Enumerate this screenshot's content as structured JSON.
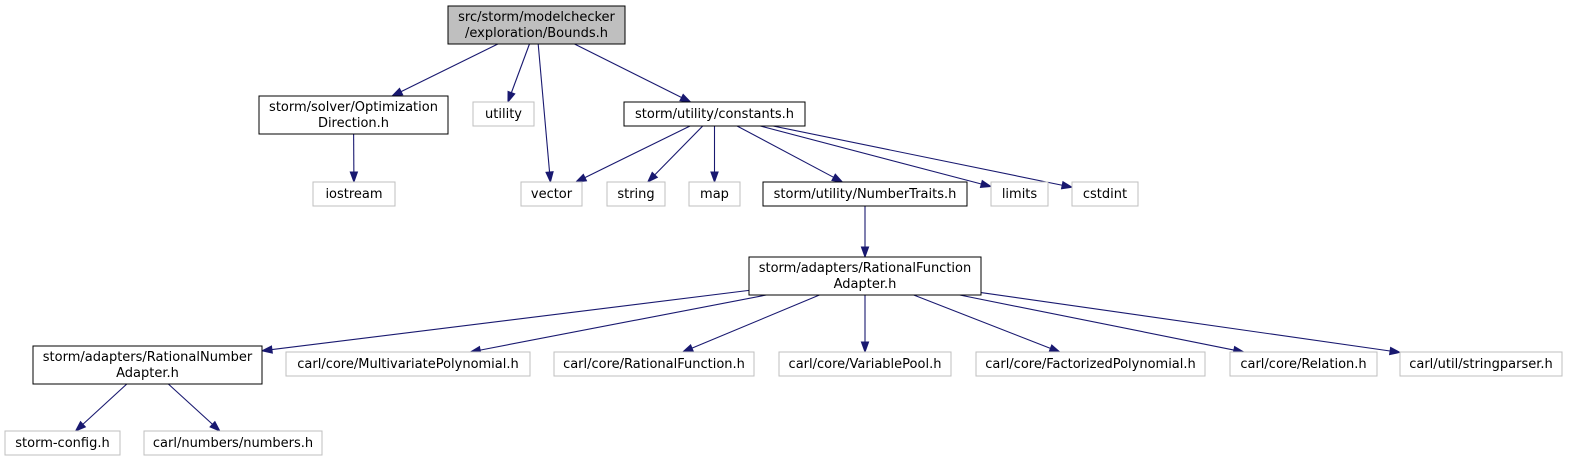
{
  "colors": {
    "edge": "#191970",
    "root_fill": "#bfbfbf",
    "internal_stroke": "#000000",
    "external_stroke": "#bfbfbf"
  },
  "nodes": [
    {
      "id": "bounds",
      "kind": "root",
      "lines": [
        "src/storm/modelchecker",
        "/exploration/Bounds.h"
      ]
    },
    {
      "id": "optdir",
      "kind": "internal",
      "lines": [
        "storm/solver/Optimization",
        "Direction.h"
      ]
    },
    {
      "id": "utility",
      "kind": "external",
      "lines": [
        "utility"
      ]
    },
    {
      "id": "constants",
      "kind": "internal",
      "lines": [
        "storm/utility/constants.h"
      ]
    },
    {
      "id": "iostream",
      "kind": "external",
      "lines": [
        "iostream"
      ]
    },
    {
      "id": "vector",
      "kind": "external",
      "lines": [
        "vector"
      ]
    },
    {
      "id": "string",
      "kind": "external",
      "lines": [
        "string"
      ]
    },
    {
      "id": "map",
      "kind": "external",
      "lines": [
        "map"
      ]
    },
    {
      "id": "numbertraits",
      "kind": "internal",
      "lines": [
        "storm/utility/NumberTraits.h"
      ]
    },
    {
      "id": "limits",
      "kind": "external",
      "lines": [
        "limits"
      ]
    },
    {
      "id": "cstdint",
      "kind": "external",
      "lines": [
        "cstdint"
      ]
    },
    {
      "id": "rfadapter",
      "kind": "internal",
      "lines": [
        "storm/adapters/RationalFunction",
        "Adapter.h"
      ]
    },
    {
      "id": "rnadapter",
      "kind": "internal",
      "lines": [
        "storm/adapters/RationalNumber",
        "Adapter.h"
      ]
    },
    {
      "id": "multipoly",
      "kind": "external",
      "lines": [
        "carl/core/MultivariatePolynomial.h"
      ]
    },
    {
      "id": "ratfunc",
      "kind": "external",
      "lines": [
        "carl/core/RationalFunction.h"
      ]
    },
    {
      "id": "varpool",
      "kind": "external",
      "lines": [
        "carl/core/VariablePool.h"
      ]
    },
    {
      "id": "factpoly",
      "kind": "external",
      "lines": [
        "carl/core/FactorizedPolynomial.h"
      ]
    },
    {
      "id": "relation",
      "kind": "external",
      "lines": [
        "carl/core/Relation.h"
      ]
    },
    {
      "id": "stringparser",
      "kind": "external",
      "lines": [
        "carl/util/stringparser.h"
      ]
    },
    {
      "id": "stormconfig",
      "kind": "external",
      "lines": [
        "storm-config.h"
      ]
    },
    {
      "id": "numbers",
      "kind": "external",
      "lines": [
        "carl/numbers/numbers.h"
      ]
    }
  ],
  "edges": [
    [
      "bounds",
      "optdir"
    ],
    [
      "bounds",
      "utility"
    ],
    [
      "bounds",
      "vector"
    ],
    [
      "bounds",
      "constants"
    ],
    [
      "optdir",
      "iostream"
    ],
    [
      "constants",
      "vector"
    ],
    [
      "constants",
      "string"
    ],
    [
      "constants",
      "map"
    ],
    [
      "constants",
      "numbertraits"
    ],
    [
      "constants",
      "limits"
    ],
    [
      "constants",
      "cstdint"
    ],
    [
      "numbertraits",
      "rfadapter"
    ],
    [
      "rfadapter",
      "rnadapter"
    ],
    [
      "rfadapter",
      "multipoly"
    ],
    [
      "rfadapter",
      "ratfunc"
    ],
    [
      "rfadapter",
      "varpool"
    ],
    [
      "rfadapter",
      "factpoly"
    ],
    [
      "rfadapter",
      "relation"
    ],
    [
      "rfadapter",
      "stringparser"
    ],
    [
      "rnadapter",
      "stormconfig"
    ],
    [
      "rnadapter",
      "numbers"
    ]
  ]
}
